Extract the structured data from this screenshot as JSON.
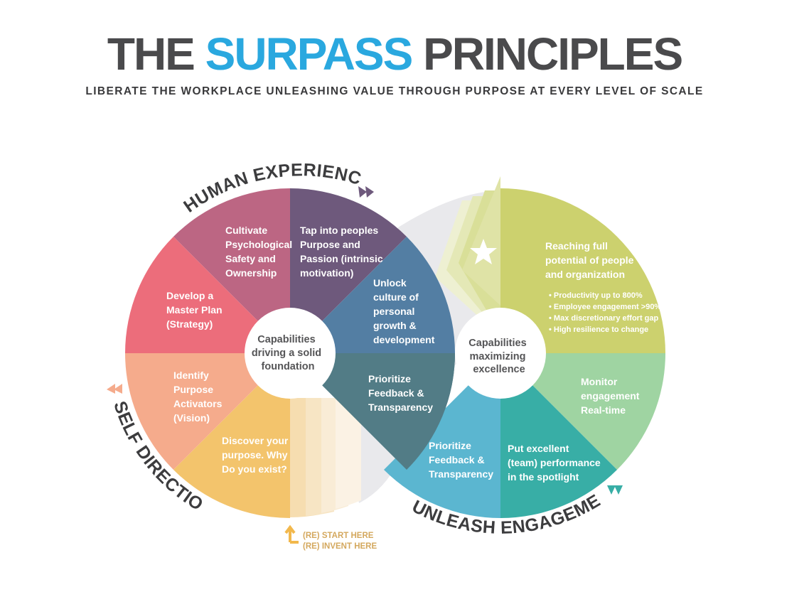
{
  "title": {
    "part1": "THE ",
    "highlight": "SURPASS",
    "part2": " PRINCIPLES"
  },
  "subtitle": "LIBERATE THE WORKPLACE UNLEASHING VALUE THROUGH PURPOSE AT EVERY LEVEL OF SCALE",
  "colors": {
    "accent_blue": "#2aa8df",
    "title_gray": "#4a4a4c",
    "cultivate": "#bc6683",
    "tap_into": "#6e597c",
    "develop": "#ec6d7b",
    "identify": "#f5ab8c",
    "discover": "#f3c46c",
    "unlock": "#537ea3",
    "prioritize_dark": "#527c86",
    "prioritize_light": "#5bb6d0",
    "spotlight": "#38aea6",
    "monitor": "#9fd4a2",
    "reaching": "#ccd16e"
  },
  "left_circle": {
    "center_text": [
      "Capabilities",
      "driving a solid",
      "foundation"
    ],
    "segments": {
      "cultivate": [
        "Cultivate",
        "Psychological",
        "Safety and",
        "Ownership"
      ],
      "tap_into": [
        "Tap into peoples",
        "Purpose and",
        "Passion (intrinsic",
        "motivation)"
      ],
      "develop": [
        "Develop a",
        "Master Plan",
        "(Strategy)"
      ],
      "identify": [
        "Identify",
        "Purpose",
        "Activators",
        "(Vision)"
      ],
      "discover": [
        "Discover your",
        "purpose. Why",
        "Do you exist?"
      ],
      "unlock": [
        "Unlock",
        "culture of",
        "personal",
        "growth &",
        "development"
      ],
      "prioritize_dark": [
        "Prioritize",
        "Feedback &",
        "Transparency"
      ]
    }
  },
  "right_circle": {
    "center_text": [
      "Capabilities",
      "maximizing",
      "excellence"
    ],
    "reaching": [
      "Reaching full",
      "potential of people",
      " and organization"
    ],
    "bullets": [
      "• Productivity up to 800%",
      "• Employee engagement >90%",
      "• Max discretionary effort gap",
      "• High resilience to change"
    ],
    "segments": {
      "monitor": [
        "Monitor",
        "engagement",
        "Real-time"
      ],
      "spotlight": [
        "Put excellent",
        "(team) performance",
        "in the spotlight"
      ],
      "prioritize_light": [
        "Prioritize",
        "Feedback &",
        "Transparency"
      ]
    }
  },
  "arc_labels": {
    "human_experience": "HUMAN EXPERIENCE",
    "self_direction": "SELF DIRECTION",
    "unleash_engagement": "UNLEASH ENGAGEMENT"
  },
  "start_note": [
    "(RE) START HERE",
    "(RE) INVENT HERE"
  ],
  "icons": [
    "star-icon",
    "double-chevron-icon",
    "corner-arrow-icon"
  ]
}
